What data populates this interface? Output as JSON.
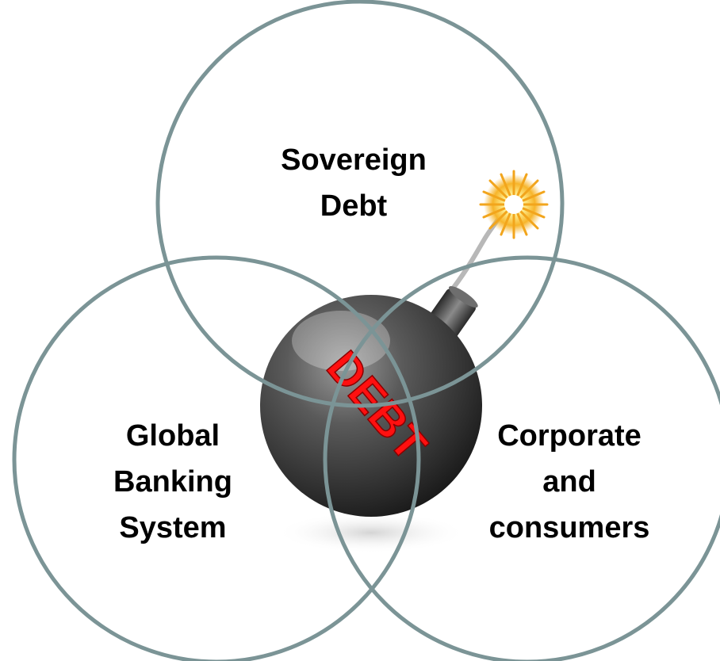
{
  "venn": {
    "top": {
      "line1": "Sovereign",
      "line2": "Debt"
    },
    "left": {
      "line1": "Global",
      "line2": "Banking",
      "line3": "System"
    },
    "right": {
      "line1": "Corporate",
      "line2": "and",
      "line3": "consumers"
    }
  },
  "bomb": {
    "label": "DEBT"
  },
  "colors": {
    "circle_stroke": "#7b9496",
    "label_text": "#000000",
    "bomb_text": "#ff1010",
    "bomb_body": "#3a3a3a"
  }
}
